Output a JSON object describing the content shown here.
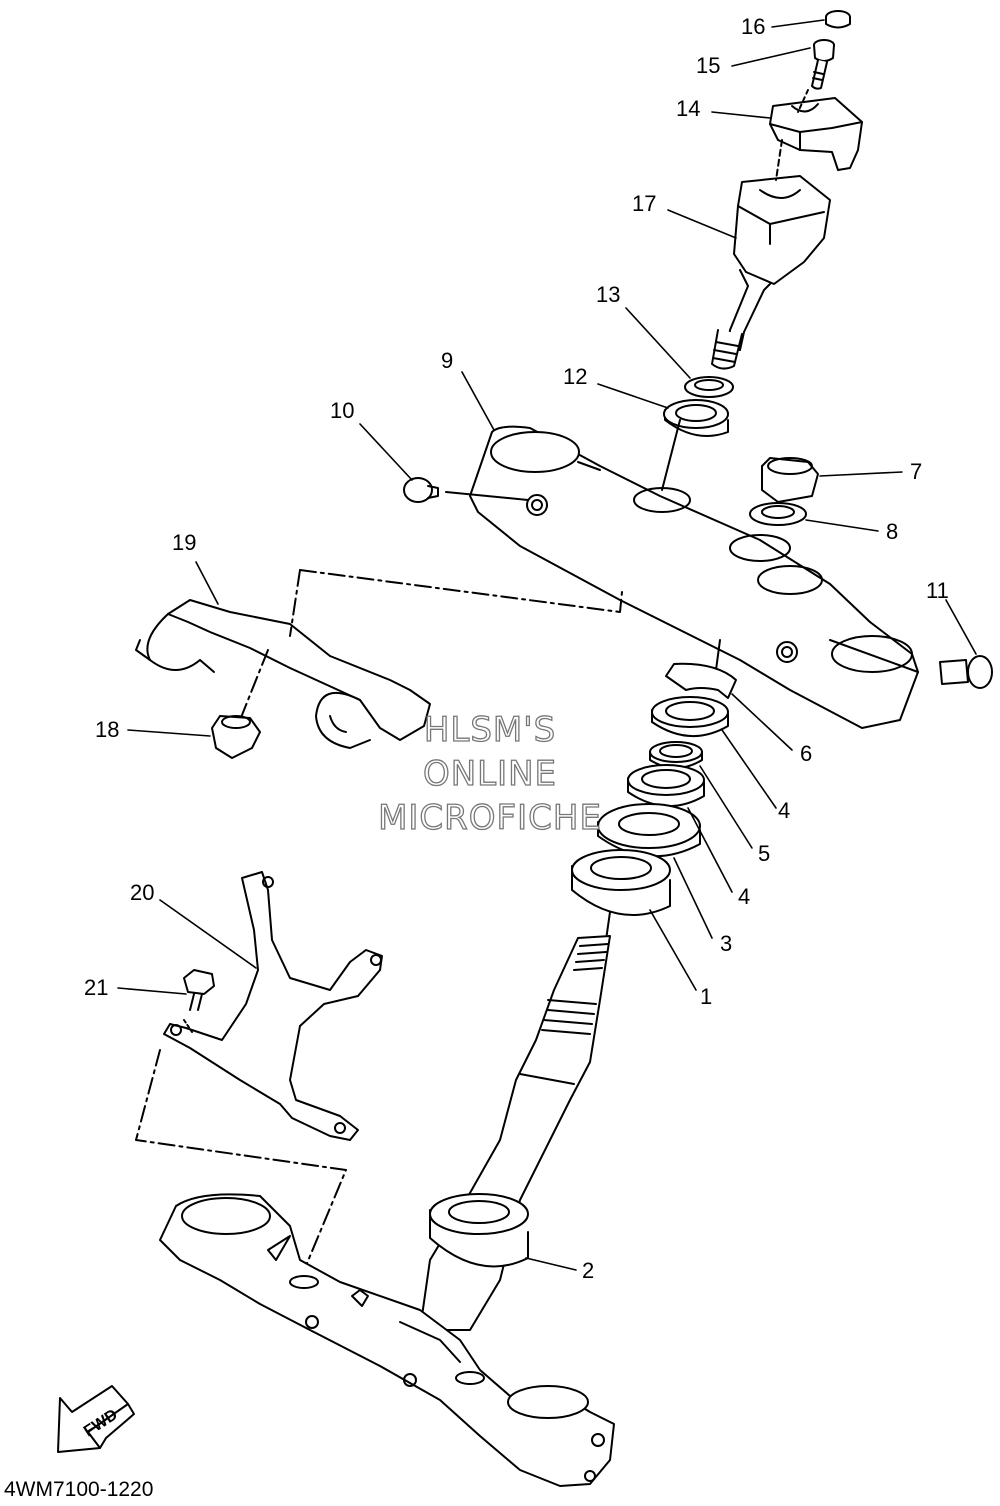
{
  "callouts": [
    {
      "id": "16",
      "text": "16"
    },
    {
      "id": "15",
      "text": "15"
    },
    {
      "id": "14",
      "text": "14"
    },
    {
      "id": "17",
      "text": "17"
    },
    {
      "id": "13",
      "text": "13"
    },
    {
      "id": "12",
      "text": "12"
    },
    {
      "id": "9",
      "text": "9"
    },
    {
      "id": "10",
      "text": "10"
    },
    {
      "id": "7",
      "text": "7"
    },
    {
      "id": "8",
      "text": "8"
    },
    {
      "id": "11",
      "text": "11"
    },
    {
      "id": "19",
      "text": "19"
    },
    {
      "id": "18",
      "text": "18"
    },
    {
      "id": "6",
      "text": "6"
    },
    {
      "id": "4a",
      "text": "4"
    },
    {
      "id": "5",
      "text": "5"
    },
    {
      "id": "4b",
      "text": "4"
    },
    {
      "id": "3",
      "text": "3"
    },
    {
      "id": "1",
      "text": "1"
    },
    {
      "id": "20",
      "text": "20"
    },
    {
      "id": "21",
      "text": "21"
    },
    {
      "id": "2",
      "text": "2"
    }
  ],
  "watermark": {
    "line1": "HLSM'S",
    "line2": "ONLINE",
    "line3": "MICROFICHE"
  },
  "fwd_label": "FWD",
  "diagram_code": "4WM7100-1220"
}
